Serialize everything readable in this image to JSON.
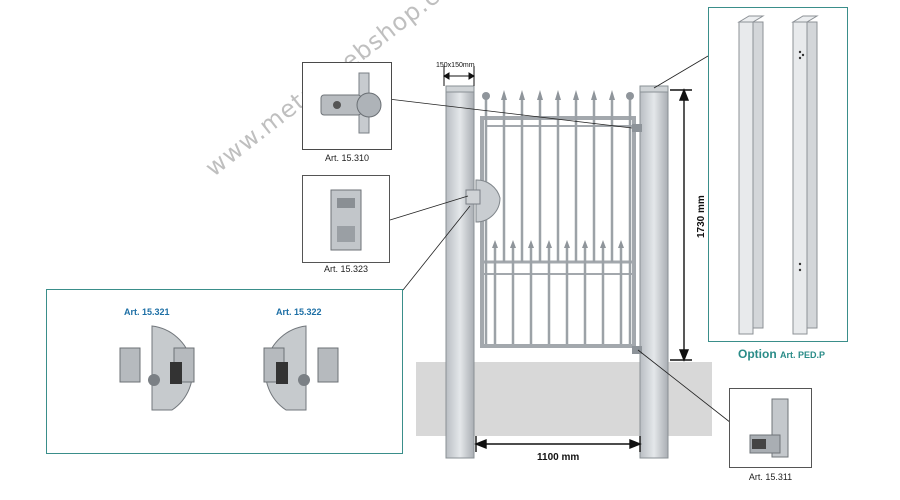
{
  "dimensions": {
    "post_section": "150x150mm",
    "gate_height": "1730 mm",
    "gate_width": "1100 mm"
  },
  "parts": {
    "hinge_top": "Art. 15.310",
    "lock_bracket": "Art. 15.323",
    "stop_left": "Art. 15.321",
    "stop_right": "Art. 15.322",
    "bottom_hinge": "Art. 15.311"
  },
  "option": {
    "label": "Option",
    "article": "Art. PED.P"
  },
  "watermark": "www.metal-webshop.com",
  "colors": {
    "frame_border": "#3a8e8a",
    "article_blue": "#1d6fa5",
    "option_teal": "#2a8c88",
    "ground": "#d6d6d6"
  }
}
